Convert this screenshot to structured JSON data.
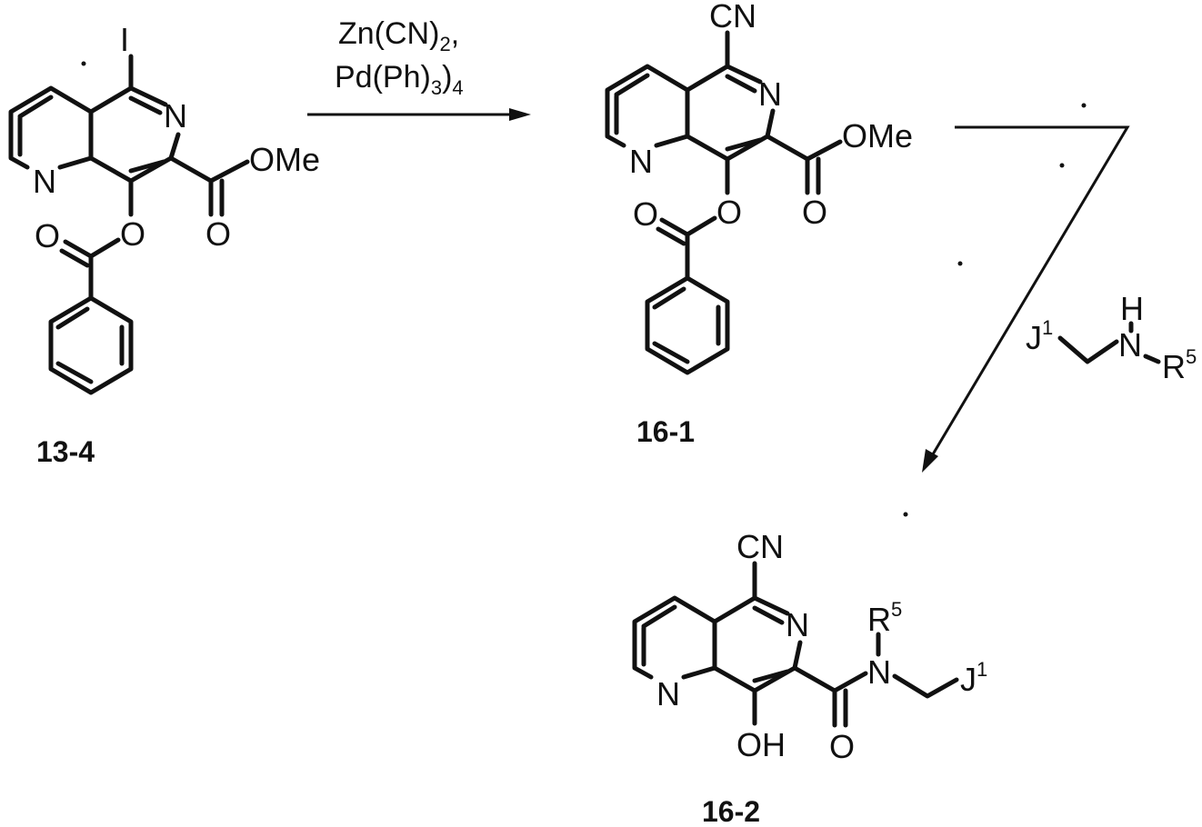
{
  "compounds": [
    {
      "id": "13-4",
      "substituent": "I",
      "ester": "OMe",
      "ring_n1": "N",
      "ring_n2": "N",
      "ester_o": "O",
      "ether_o": "O",
      "benzoyl_o": "O"
    },
    {
      "id": "16-1",
      "substituent": "CN",
      "ester": "OMe",
      "ring_n1": "N",
      "ring_n2": "N",
      "ester_o": "O",
      "ether_o": "O",
      "benzoyl_o": "O"
    },
    {
      "id": "16-2",
      "substituent": "CN",
      "hydroxy": "OH",
      "ring_n1": "N",
      "ring_n2": "N",
      "amide_o": "O",
      "amide_n": "N",
      "r": "R",
      "r_sup": "5",
      "j": "J",
      "j_sup": "1"
    }
  ],
  "reaction1": {
    "reagent1_main": "Zn(CN)",
    "reagent1_sub": "2",
    "reagent1_tail": ",",
    "reagent2_main": "Pd(Ph)",
    "reagent2_sub1": "3",
    "reagent2_close": ")",
    "reagent2_sub2": "4"
  },
  "reaction2": {
    "amine_j": "J",
    "amine_j_sup": "1",
    "amine_h": "H",
    "amine_n": "N",
    "amine_r": "R",
    "amine_r_sup": "5"
  }
}
